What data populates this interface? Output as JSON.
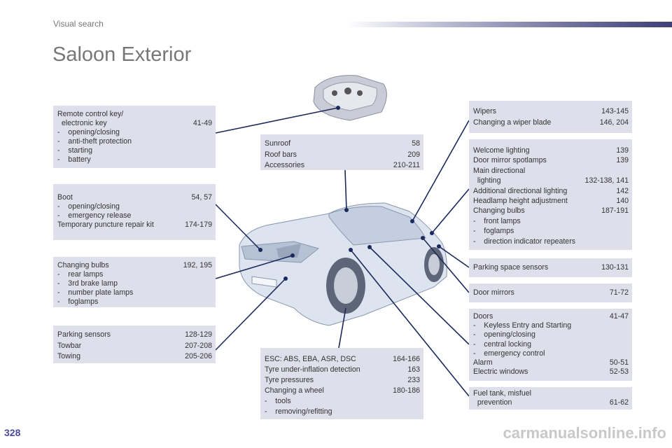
{
  "header": {
    "section": "Visual search",
    "title": "Saloon Exterior"
  },
  "page_number": "328",
  "watermark": "carmanualsonline.info",
  "boxes": {
    "remote_key": [
      {
        "l": "Remote control key/",
        "p": ""
      },
      {
        "l": "  electronic key",
        "p": "41-49"
      },
      {
        "l": "-    opening/closing",
        "p": ""
      },
      {
        "l": "-    anti-theft protection",
        "p": ""
      },
      {
        "l": "-    starting",
        "p": ""
      },
      {
        "l": "-    battery",
        "p": ""
      }
    ],
    "boot": [
      {
        "l": "Boot",
        "p": "54, 57"
      },
      {
        "l": "-    opening/closing",
        "p": ""
      },
      {
        "l": "-    emergency release",
        "p": ""
      },
      {
        "l": "Temporary puncture repair kit",
        "p": "174-179"
      }
    ],
    "rear_bulbs": [
      {
        "l": "Changing bulbs",
        "p": "192, 195"
      },
      {
        "l": "-    rear lamps",
        "p": ""
      },
      {
        "l": "-    3rd brake lamp",
        "p": ""
      },
      {
        "l": "-    number plate lamps",
        "p": ""
      },
      {
        "l": "-    foglamps",
        "p": ""
      }
    ],
    "parking": [
      {
        "l": "Parking sensors",
        "p": "128-129"
      },
      {
        "l": "Towbar",
        "p": "207-208"
      },
      {
        "l": "Towing",
        "p": "205-206"
      }
    ],
    "sunroof": [
      {
        "l": "Sunroof",
        "p": "58"
      },
      {
        "l": "Roof bars",
        "p": "209"
      },
      {
        "l": "Accessories",
        "p": "210-211"
      }
    ],
    "esc": [
      {
        "l": "ESC: ABS, EBA, ASR, DSC",
        "p": "164-166"
      },
      {
        "l": "Tyre under-inflation detection",
        "p": "163"
      },
      {
        "l": "Tyre pressures",
        "p": "233"
      },
      {
        "l": "Changing a wheel",
        "p": "180-186"
      },
      {
        "l": "-    tools",
        "p": ""
      },
      {
        "l": "-    removing/refitting",
        "p": ""
      }
    ],
    "wipers": [
      {
        "l": "Wipers",
        "p": "143-145"
      },
      {
        "l": "Changing a wiper blade",
        "p": "146, 204"
      }
    ],
    "lighting": [
      {
        "l": "Welcome lighting",
        "p": "139"
      },
      {
        "l": "Door mirror spotlamps",
        "p": "139"
      },
      {
        "l": "Main directional",
        "p": ""
      },
      {
        "l": "  lighting",
        "p": "132-138, 141"
      },
      {
        "l": "Additional directional lighting",
        "p": "142"
      },
      {
        "l": "Headlamp height adjustment",
        "p": "140"
      },
      {
        "l": "Changing bulbs",
        "p": "187-191"
      },
      {
        "l": "-    front lamps",
        "p": ""
      },
      {
        "l": "-    foglamps",
        "p": ""
      },
      {
        "l": "-    direction indicator repeaters",
        "p": ""
      }
    ],
    "space_sensors": [
      {
        "l": "Parking space sensors",
        "p": "130-131"
      }
    ],
    "mirrors": [
      {
        "l": "Door mirrors",
        "p": "71-72"
      }
    ],
    "doors": [
      {
        "l": "Doors",
        "p": "41-47"
      },
      {
        "l": "-    Keyless Entry and Starting",
        "p": ""
      },
      {
        "l": "-    opening/closing",
        "p": ""
      },
      {
        "l": "-    central locking",
        "p": ""
      },
      {
        "l": "-    emergency control",
        "p": ""
      },
      {
        "l": "Alarm",
        "p": "50-51"
      },
      {
        "l": "Electric windows",
        "p": "52-53"
      }
    ],
    "fuel": [
      {
        "l": "Fuel tank, misfuel",
        "p": ""
      },
      {
        "l": "  prevention",
        "p": "61-62"
      }
    ]
  },
  "colors": {
    "box": "#dedfeb",
    "line": "#1b2a5c",
    "accent": "#4a4aa0"
  }
}
